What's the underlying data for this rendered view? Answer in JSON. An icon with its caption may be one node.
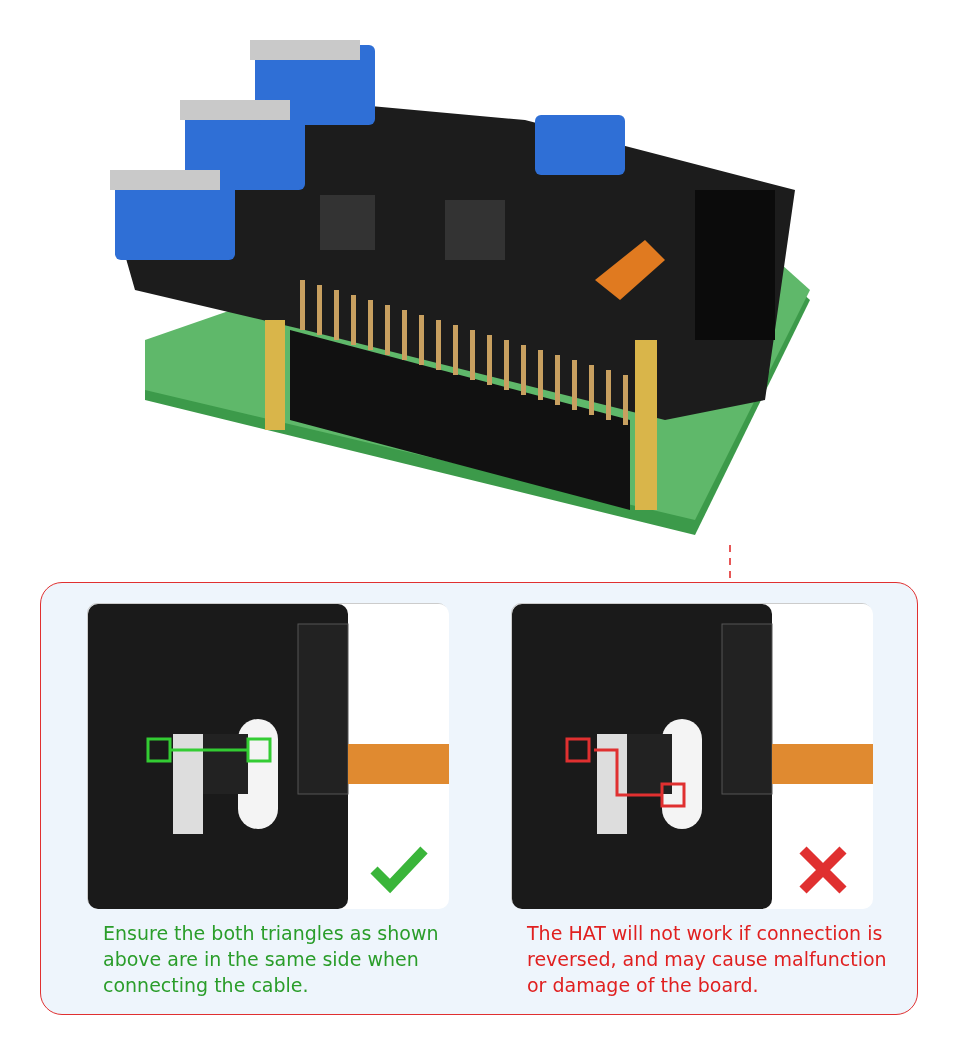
{
  "diagram": {
    "nodes": [
      {
        "text": [],
        "shape": "picture"
      },
      {
        "text": [],
        "shape": "box"
      },
      {
        "text": [],
        "shape": "picture",
        "in": 1,
        "beside": [
          "Ensure the both triangles as shown above are in the same side when connecting the cable."
        ]
      },
      {
        "text": [],
        "shape": "picture",
        "in": 1,
        "beside": [
          "The HAT will not work if connection is reversed, and may cause malfunction or damage of the board."
        ]
      }
    ],
    "edges": [
      {
        "from": 0,
        "to": 1,
        "arrow": "none",
        "style": "dashed",
        "color": "#e02020"
      }
    ]
  }
}
